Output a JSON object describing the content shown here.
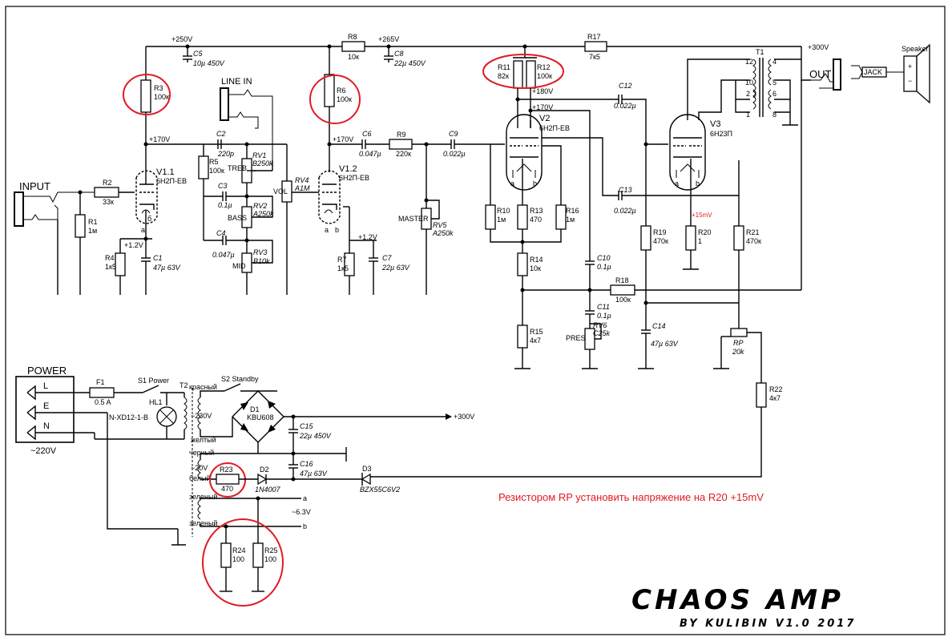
{
  "nodes": {
    "v250": "+250V",
    "v265": "+265V",
    "v300": "+300V",
    "v170a": "+170V",
    "v170b": "+170V",
    "v170c": "+170V",
    "v180": "+180V",
    "v12a": "+1.2V",
    "v12b": "+1.2V",
    "v300b": "+300V",
    "mv15": "+15mV"
  },
  "io": {
    "input": "INPUT",
    "line_in": "LINE IN",
    "out": "OUT",
    "speaker": "Speaker",
    "jack": "JACK",
    "power": "POWER",
    "mains": "~220V",
    "L": "L",
    "E": "E",
    "N": "N"
  },
  "resistors": {
    "R1": {
      "name": "R1",
      "value": "1м"
    },
    "R2": {
      "name": "R2",
      "value": "33к"
    },
    "R3": {
      "name": "R3",
      "value": "100к"
    },
    "R4": {
      "name": "R4",
      "value": "1к5"
    },
    "R5": {
      "name": "R5",
      "value": "100к"
    },
    "R6": {
      "name": "R6",
      "value": "100к"
    },
    "R7": {
      "name": "R7",
      "value": "1к5"
    },
    "R8": {
      "name": "R8",
      "value": "10к"
    },
    "R9": {
      "name": "R9",
      "value": "220к"
    },
    "R10": {
      "name": "R10",
      "value": "1м"
    },
    "R11": {
      "name": "R11",
      "value": "82к"
    },
    "R12": {
      "name": "R12",
      "value": "100к"
    },
    "R13": {
      "name": "R13",
      "value": "470"
    },
    "R14": {
      "name": "R14",
      "value": "10к"
    },
    "R15": {
      "name": "R15",
      "value": "4к7"
    },
    "R16": {
      "name": "R16",
      "value": "1м"
    },
    "R17": {
      "name": "R17",
      "value": "7к5"
    },
    "R18": {
      "name": "R18",
      "value": "100к"
    },
    "R19": {
      "name": "R19",
      "value": "470к"
    },
    "R20": {
      "name": "R20",
      "value": "1"
    },
    "R21": {
      "name": "R21",
      "value": "470к"
    },
    "R22": {
      "name": "R22",
      "value": "4к7"
    },
    "R23": {
      "name": "R23",
      "value": "470"
    },
    "R24": {
      "name": "R24",
      "value": "100"
    },
    "R25": {
      "name": "R25",
      "value": "100"
    }
  },
  "capacitors": {
    "C1": {
      "name": "C1",
      "value": "47µ 63V"
    },
    "C2": {
      "name": "C2",
      "value": "220p"
    },
    "C3": {
      "name": "C3",
      "value": "0.1µ"
    },
    "C4": {
      "name": "C4",
      "value": "0.047µ"
    },
    "C5": {
      "name": "C5",
      "value": "10µ 450V"
    },
    "C6": {
      "name": "C6",
      "value": "0.047µ"
    },
    "C7": {
      "name": "C7",
      "value": "22µ 63V"
    },
    "C8": {
      "name": "C8",
      "value": "22µ 450V"
    },
    "C9": {
      "name": "C9",
      "value": "0.022µ"
    },
    "C10": {
      "name": "C10",
      "value": "0.1µ"
    },
    "C11": {
      "name": "C11",
      "value": "0.1µ"
    },
    "C12": {
      "name": "C12",
      "value": "0.022µ"
    },
    "C13": {
      "name": "C13",
      "value": "0.022µ"
    },
    "C14": {
      "name": "C14",
      "value": "47µ 63V"
    },
    "C15": {
      "name": "C15",
      "value": "22µ 450V"
    },
    "C16": {
      "name": "C16",
      "value": "47µ 63V"
    }
  },
  "pots": {
    "RV1": {
      "name": "RV1",
      "value": "B250k",
      "label": "TREB"
    },
    "RV2": {
      "name": "RV2",
      "value": "A250k",
      "label": "BASS"
    },
    "RV3": {
      "name": "RV3",
      "value": "B10k",
      "label": "MID"
    },
    "RV4": {
      "name": "RV4",
      "value": "A1M",
      "label": "VOL"
    },
    "RV5": {
      "name": "RV5",
      "value": "A250k",
      "label": "MASTER"
    },
    "RV6": {
      "name": "RV6",
      "value": "C25k",
      "label": "PRES"
    },
    "RP": {
      "name": "RP",
      "value": "20k"
    }
  },
  "tubes": {
    "V11": {
      "name": "V1.1",
      "type": "6Н2П-ЕВ"
    },
    "V12": {
      "name": "V1.2",
      "type": "6Н2П-ЕВ"
    },
    "V2": {
      "name": "V2",
      "type": "6Н2П-ЕВ"
    },
    "V3": {
      "name": "V3",
      "type": "6Н23П"
    }
  },
  "power": {
    "F1": "F1",
    "fuse": "0.5 A",
    "S1": "S1 Power",
    "S2": "S2 Standby",
    "HL1": "HL1",
    "lamp": "N-XD12-1-B",
    "T1": "T1",
    "T2": "T2",
    "D1": "D1",
    "bridge": "KBU608",
    "D2": "D2",
    "D2v": "1N4007",
    "D3": "D3",
    "D3v": "BZX55C6V2",
    "red": "красный",
    "yellow": "желтый",
    "black": "черный",
    "white": "белый",
    "green1": "зеленый",
    "green2": "зеленый",
    "v230": "~230V",
    "v20": "~20V",
    "v63": "~6.3V"
  },
  "note": "Резистором RP установить напряжение на R20 +15mV",
  "brand": {
    "title": "CHAOS AMP",
    "subtitle": "BY KULIBIN  V1.0  2017"
  }
}
